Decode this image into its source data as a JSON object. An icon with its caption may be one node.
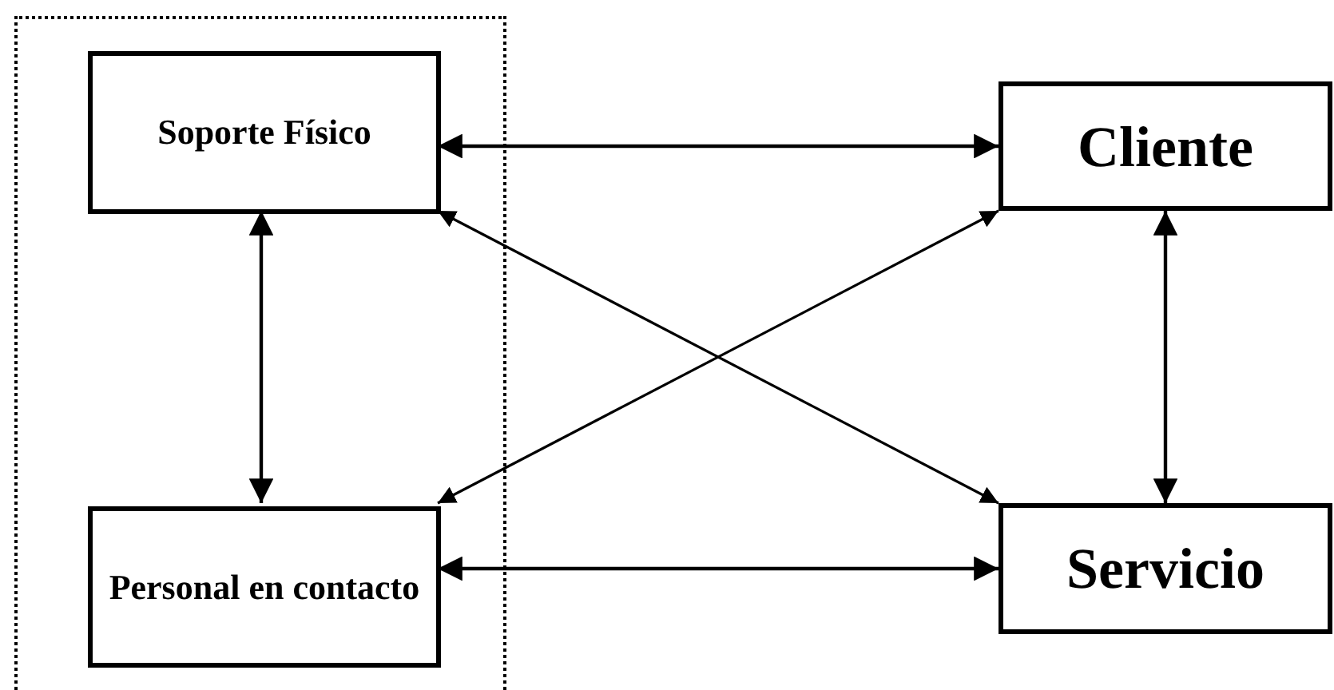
{
  "diagram": {
    "nodes": [
      {
        "text": [],
        "shape": "box"
      },
      {
        "text": [
          "Soporte Físico"
        ],
        "in": 0
      },
      {
        "text": [
          "Cliente"
        ]
      },
      {
        "text": [
          "Personal en contacto"
        ],
        "in": 0
      },
      {
        "text": [
          "Servicio"
        ]
      }
    ],
    "edges": [
      {
        "from": 1,
        "to": 2,
        "arrow": "both"
      },
      {
        "from": 1,
        "to": 3,
        "arrow": "both"
      },
      {
        "from": 2,
        "to": 4,
        "arrow": "both"
      },
      {
        "from": 1,
        "to": 4,
        "arrow": "both"
      },
      {
        "from": 3,
        "to": 2,
        "arrow": "both"
      },
      {
        "from": 3,
        "to": 4,
        "arrow": "both"
      }
    ]
  }
}
